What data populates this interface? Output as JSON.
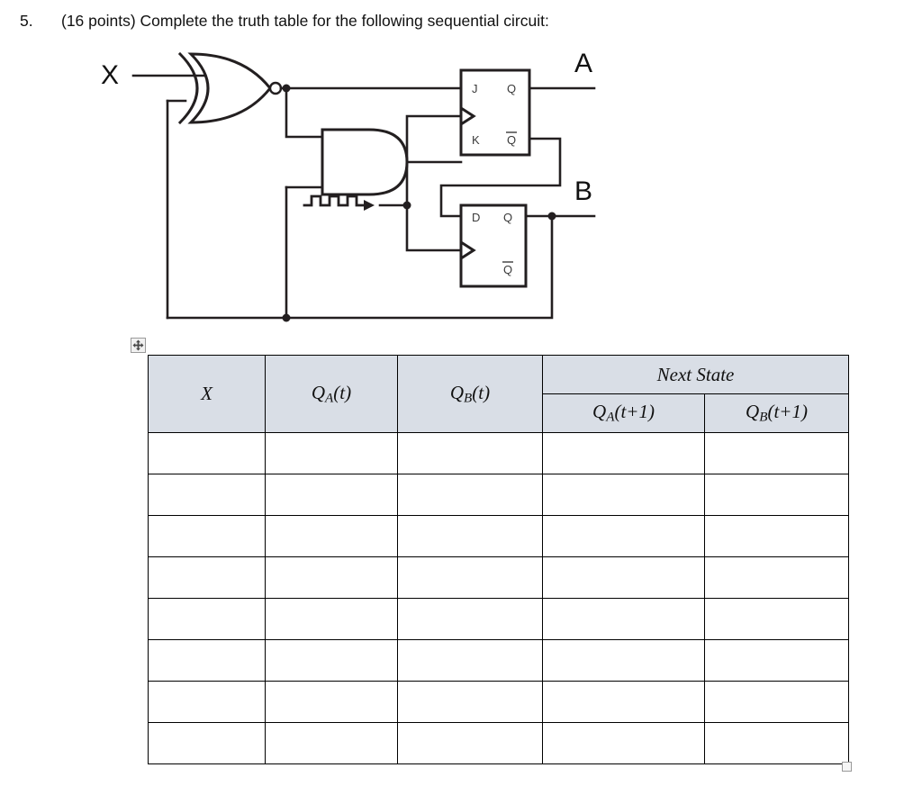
{
  "question": {
    "number": "5.",
    "text": "(16 points) Complete the truth table for the following sequential circuit:",
    "points": "16 points"
  },
  "circuit": {
    "input_label": "X",
    "output_a_label": "A",
    "output_b_label": "B",
    "gates": [
      {
        "name": "xnor-gate",
        "type": "XNOR",
        "inputs": 2
      },
      {
        "name": "and-gate",
        "type": "AND",
        "inputs": 2
      }
    ],
    "clock": {
      "name": "clock-source",
      "symbol": "clock-waveform",
      "pulses": 3
    },
    "flipflops": [
      {
        "name": "jk-flipflop",
        "type": "JK",
        "pins": {
          "j": "J",
          "k": "K",
          "q": "Q",
          "qbar": "Q",
          "clock": "clock-triangle"
        },
        "output_label": "A"
      },
      {
        "name": "d-flipflop",
        "type": "D",
        "pins": {
          "d": "D",
          "q": "Q",
          "qbar": "Q",
          "clock": "clock-triangle"
        },
        "output_label": "B"
      }
    ],
    "line_color": "#231f20"
  },
  "table": {
    "header_fill": "#d9dee6",
    "border_color": "#000000",
    "move_handle_icon": "move-cross-icon",
    "resize_handle_icon": "resize-handle-icon",
    "columns": [
      {
        "key": "x",
        "label_main": "X",
        "label_sub": "",
        "label_tail": ""
      },
      {
        "key": "qa",
        "label_main": "Q",
        "label_sub": "A",
        "label_tail": "(t)"
      },
      {
        "key": "qb",
        "label_main": "Q",
        "label_sub": "B",
        "label_tail": "(t)"
      }
    ],
    "group_header": "Next State",
    "group_columns": [
      {
        "key": "qa_next",
        "label_main": "Q",
        "label_sub": "A",
        "label_tail": "(t+1)"
      },
      {
        "key": "qb_next",
        "label_main": "Q",
        "label_sub": "B",
        "label_tail": "(t+1)"
      }
    ],
    "row_count": 8,
    "rows": [
      {
        "x": "",
        "qa": "",
        "qb": "",
        "qa_next": "",
        "qb_next": ""
      },
      {
        "x": "",
        "qa": "",
        "qb": "",
        "qa_next": "",
        "qb_next": ""
      },
      {
        "x": "",
        "qa": "",
        "qb": "",
        "qa_next": "",
        "qb_next": ""
      },
      {
        "x": "",
        "qa": "",
        "qb": "",
        "qa_next": "",
        "qb_next": ""
      },
      {
        "x": "",
        "qa": "",
        "qb": "",
        "qa_next": "",
        "qb_next": ""
      },
      {
        "x": "",
        "qa": "",
        "qb": "",
        "qa_next": "",
        "qb_next": ""
      },
      {
        "x": "",
        "qa": "",
        "qb": "",
        "qa_next": "",
        "qb_next": ""
      },
      {
        "x": "",
        "qa": "",
        "qb": "",
        "qa_next": "",
        "qb_next": ""
      }
    ]
  }
}
